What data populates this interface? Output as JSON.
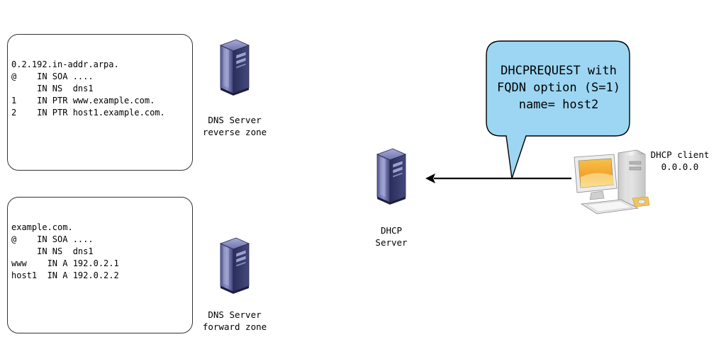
{
  "reverse_zone": {
    "lines": [
      "0.2.192.in-addr.arpa.",
      "@    IN SOA ....",
      "     IN NS  dns1",
      "1    IN PTR www.example.com.",
      "2    IN PTR host1.example.com."
    ],
    "server_label_line1": "DNS Server",
    "server_label_line2": "reverse zone"
  },
  "forward_zone": {
    "lines": [
      "example.com.",
      "@    IN SOA ....",
      "     IN NS  dns1",
      "www    IN A 192.0.2.1",
      "host1  IN A 192.0.2.2"
    ],
    "server_label_line1": "DNS Server",
    "server_label_line2": "forward zone"
  },
  "dhcp_server": {
    "label_line1": "DHCP",
    "label_line2": "Server"
  },
  "dhcp_client": {
    "label_line1": "DHCP client",
    "label_line2": "0.0.0.0"
  },
  "message_bubble": {
    "line1": "DHCPREQUEST with",
    "line2": "FQDN option (S=1)",
    "line3": "name= host2",
    "fill_color": "#9cd6f2",
    "stroke_color": "#000000"
  },
  "icons": {
    "dns_reverse": "server-tower-icon",
    "dns_forward": "server-tower-icon",
    "dhcp_server": "server-tower-icon",
    "dhcp_client": "desktop-computer-icon"
  }
}
